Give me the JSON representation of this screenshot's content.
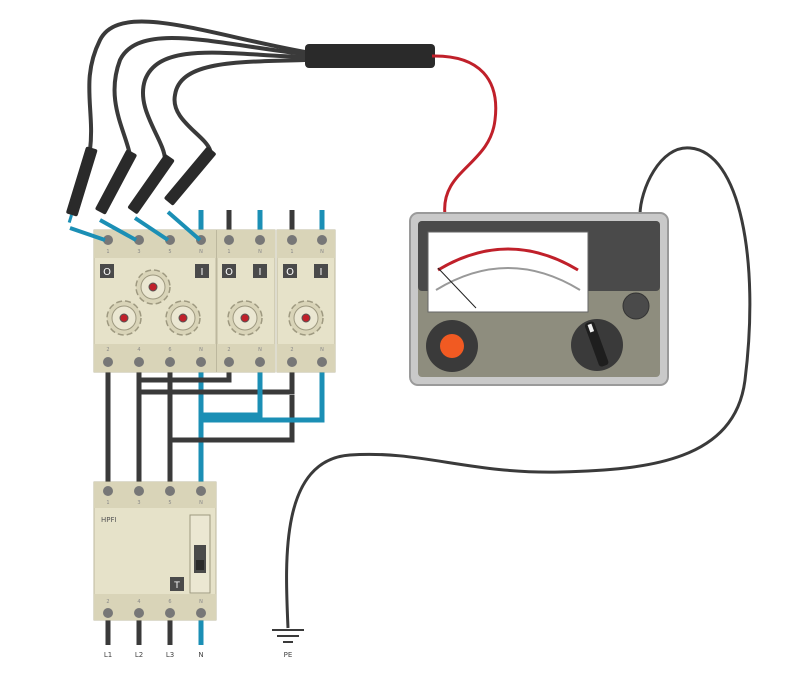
{
  "diagram": {
    "title": "Insulation resistance test wiring",
    "breaker_main": {
      "top_terminals": [
        "1",
        "3",
        "5",
        "N"
      ],
      "bottom_terminals": [
        "2",
        "4",
        "6",
        "N"
      ],
      "switch_label": "O",
      "switch_label_on": "I"
    },
    "breaker_1": {
      "top_terminals": [
        "1",
        "N"
      ],
      "bottom_terminals": [
        "2",
        "N"
      ],
      "switch_label_off": "O",
      "switch_label_on": "I"
    },
    "breaker_2": {
      "top_terminals": [
        "1",
        "N"
      ],
      "bottom_terminals": [
        "2",
        "N"
      ],
      "switch_label_off": "O",
      "switch_label_on": "I"
    },
    "rcd": {
      "label": "HPFI",
      "top_terminals": [
        "1",
        "3",
        "5",
        "N"
      ],
      "bottom_terminals": [
        "2",
        "4",
        "6",
        "N"
      ],
      "test_button": "T"
    },
    "supply_labels": [
      "L1",
      "L2",
      "L3",
      "N"
    ],
    "earth_label": "PE",
    "colors": {
      "phase_wire": "#3a3a3a",
      "neutral_wire": "#1b8fb5",
      "test_lead": "#c0202a",
      "device_body": "#e6e2c9",
      "meter_body": "#8e8d7e",
      "meter_button": "#f15a22"
    }
  }
}
